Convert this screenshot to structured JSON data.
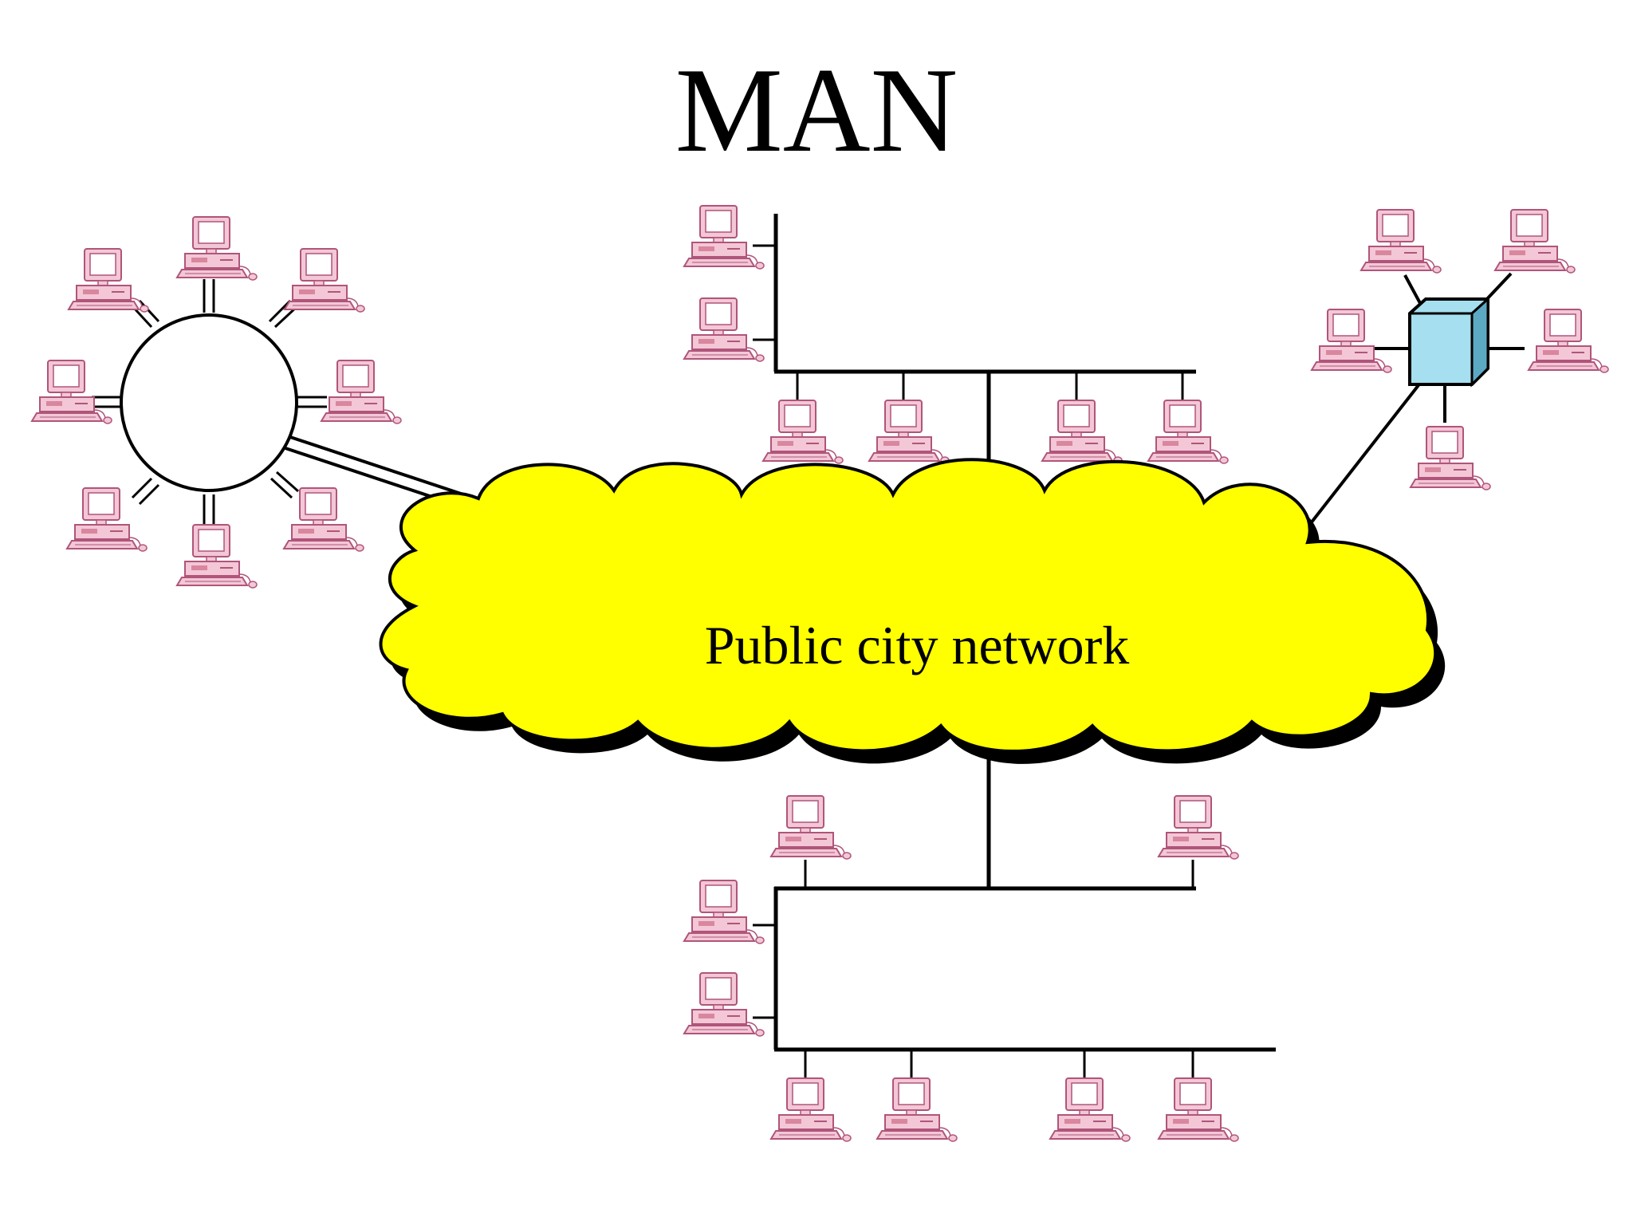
{
  "title": "MAN",
  "cloud": {
    "label": "Public city network",
    "fill": "#ffff00",
    "shadow": "#000000"
  },
  "hub_color": "#a6dfef",
  "computer_color": "#f3c7d6",
  "computer_outline": "#b0557a",
  "icons": [
    "computer-icon",
    "hub-icon",
    "cloud-shape"
  ]
}
